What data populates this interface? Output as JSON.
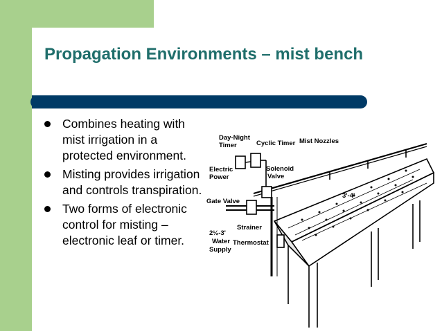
{
  "slide": {
    "title": "Propagation Environments – mist bench",
    "bullets": [
      "Combines heating with mist irrigation in a protected environment.",
      "Misting provides irrigation and controls transpiration.",
      "Two forms of electronic control for misting – electronic leaf or timer."
    ],
    "diagram_labels": {
      "day_night_timer_1": "Day-Night",
      "day_night_timer_2": "Timer",
      "cyclic_timer": "Cyclic Timer",
      "mist_nozzles": "Mist Nozzles",
      "electric_power_1": "Electric",
      "electric_power_2": "Power",
      "solenoid_valve_1": "Solenoid",
      "solenoid_valve_2": "Valve",
      "gate_valve": "Gate Valve",
      "strainer": "Strainer",
      "water_supply_1": "2½-3'",
      "water_supply_2": "Water",
      "water_supply_3": "Supply",
      "thermostat": "Thermostat",
      "dimension": "3'-4'"
    }
  },
  "colors": {
    "accent_green": "#a8d08d",
    "title_color": "#1f6e6b",
    "bar_color": "#003a66"
  }
}
